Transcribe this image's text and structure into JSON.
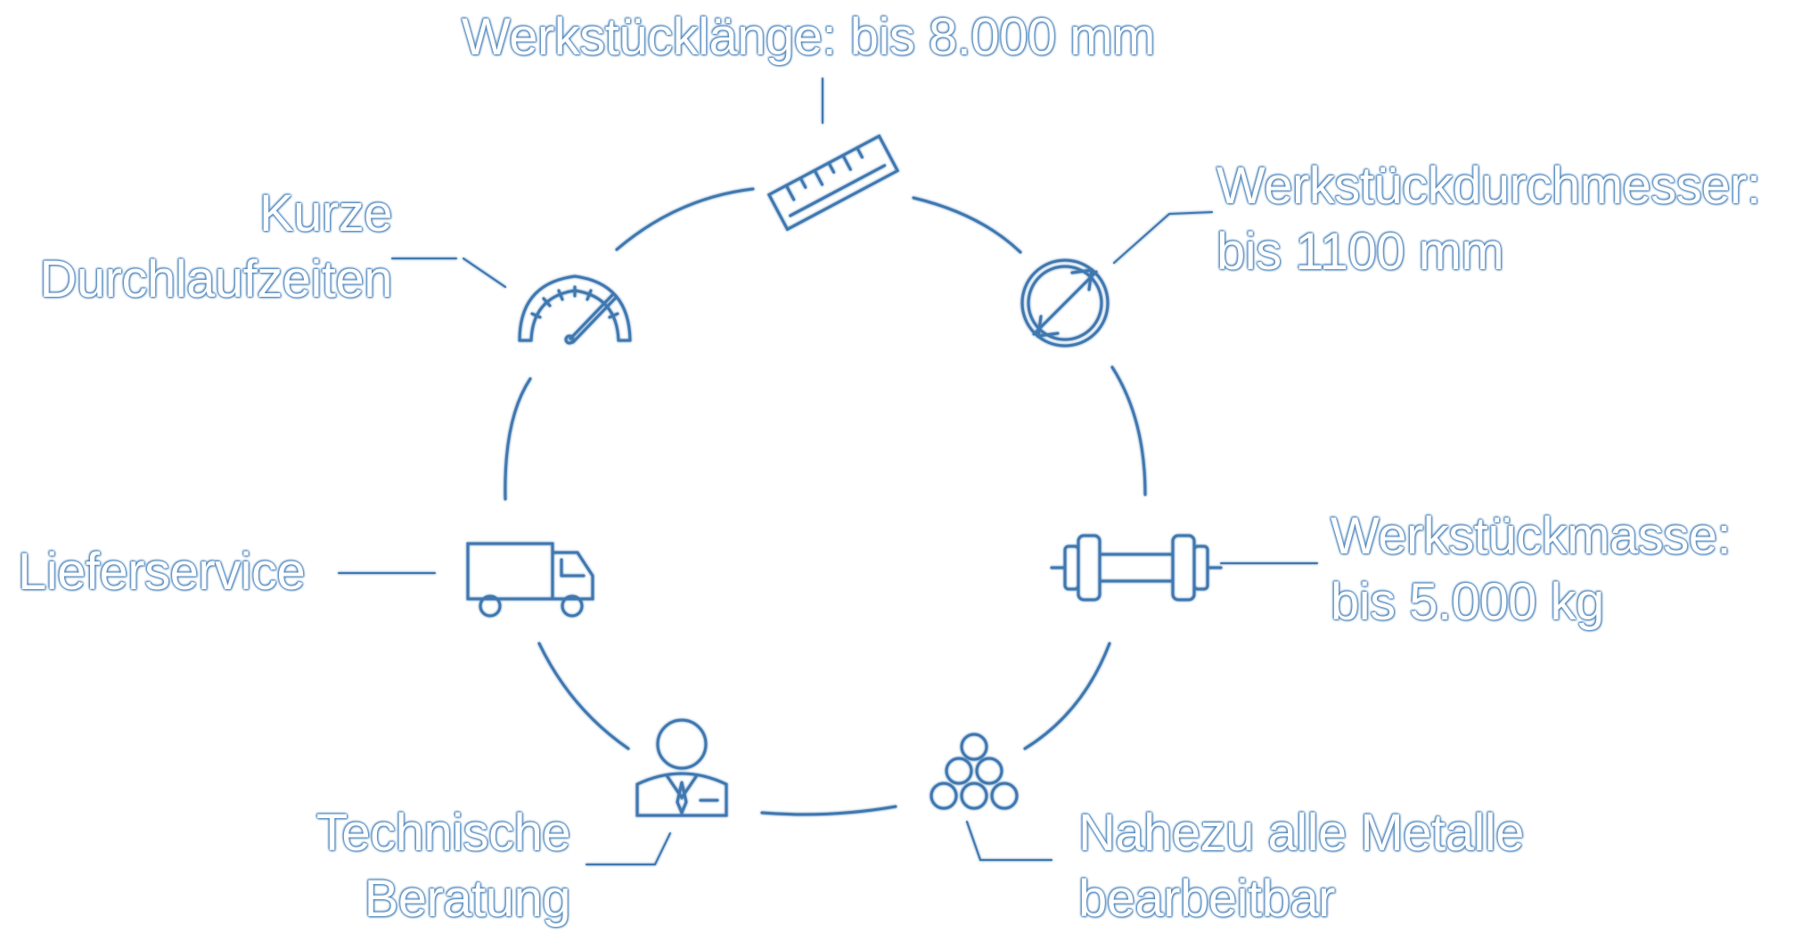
{
  "colors": {
    "stroke": "#3f78b0",
    "glow": "#5b8fc2",
    "background": "#ffffff"
  },
  "labels": {
    "laenge": [
      "Werkstücklänge: bis 8.000 mm"
    ],
    "durchmesser": [
      "Werkstückdurchmesser:",
      "bis 1100 mm"
    ],
    "masse": [
      "Werkstückmasse:",
      "bis 5.000 kg"
    ],
    "metalle": [
      "Nahezu alle Metalle",
      "bearbeitbar"
    ],
    "beratung": [
      "Technische",
      "Beratung"
    ],
    "liefer": [
      "Lieferservice"
    ],
    "kurze": [
      "Kurze",
      "Durchlaufzeiten"
    ]
  },
  "icons": [
    "ruler-icon",
    "diameter-icon",
    "dumbbell-icon",
    "pipes-stack-icon",
    "consultant-icon",
    "truck-icon",
    "speedometer-icon"
  ]
}
